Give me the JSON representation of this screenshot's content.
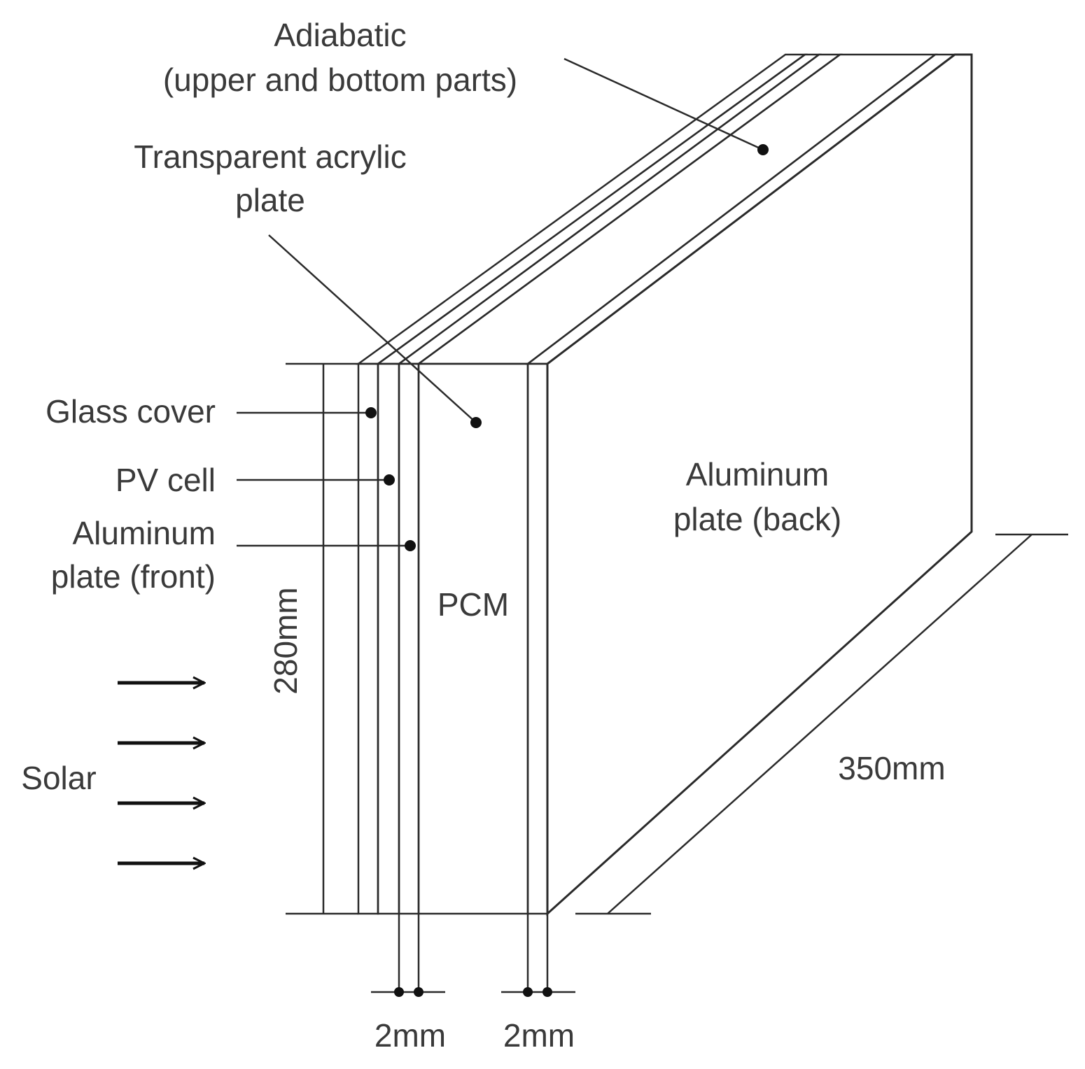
{
  "colors": {
    "glass": "#c9d8f5",
    "pv_cell": "#7dcc3a",
    "aluminum": "#dcdcdc",
    "pcm": "#ffffff",
    "line": "#2a2a2a",
    "text": "#3a3a3a"
  },
  "labels": {
    "adiabatic_line1": "Adiabatic",
    "adiabatic_line2": "(upper and bottom parts)",
    "acrylic_line1": "Transparent acrylic",
    "acrylic_line2": "plate",
    "glass_cover": "Glass cover",
    "pv_cell": "PV cell",
    "al_front_line1": "Aluminum",
    "al_front_line2": "plate (front)",
    "al_back_line1": "Aluminum",
    "al_back_line2": "plate (back)",
    "pcm": "PCM",
    "solar": "Solar",
    "height": "280mm",
    "depth": "350mm",
    "thickness_front": "2mm",
    "thickness_back": "2mm"
  }
}
